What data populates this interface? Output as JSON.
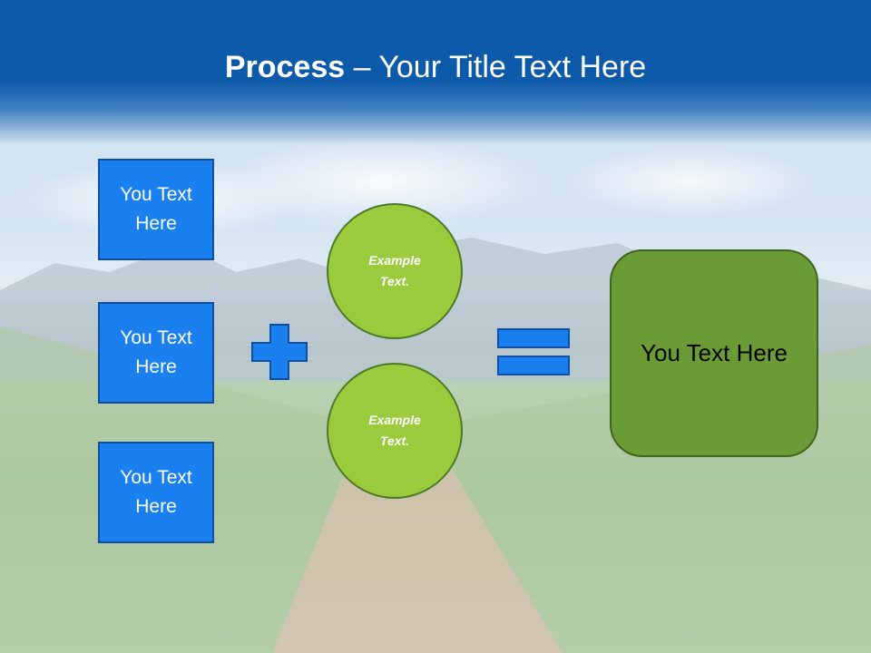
{
  "slide": {
    "title_bold": "Process",
    "title_rest": " – Your Title Text Here",
    "left_boxes": [
      {
        "line1": "You Text",
        "line2": "Here"
      },
      {
        "line1": "You Text",
        "line2": "Here"
      },
      {
        "line1": "You Text",
        "line2": "Here"
      }
    ],
    "circles": [
      {
        "line1": "Example",
        "line2": "Text."
      },
      {
        "line1": "Example",
        "line2": "Text."
      }
    ],
    "result_text": "You Text Here"
  },
  "colors": {
    "header_blue": "#0d5aaa",
    "box_blue": "#1a80f0",
    "circle_green": "#9acb3c",
    "result_green": "#6a9b35"
  },
  "icons": [
    "plus-icon",
    "equals-icon"
  ]
}
